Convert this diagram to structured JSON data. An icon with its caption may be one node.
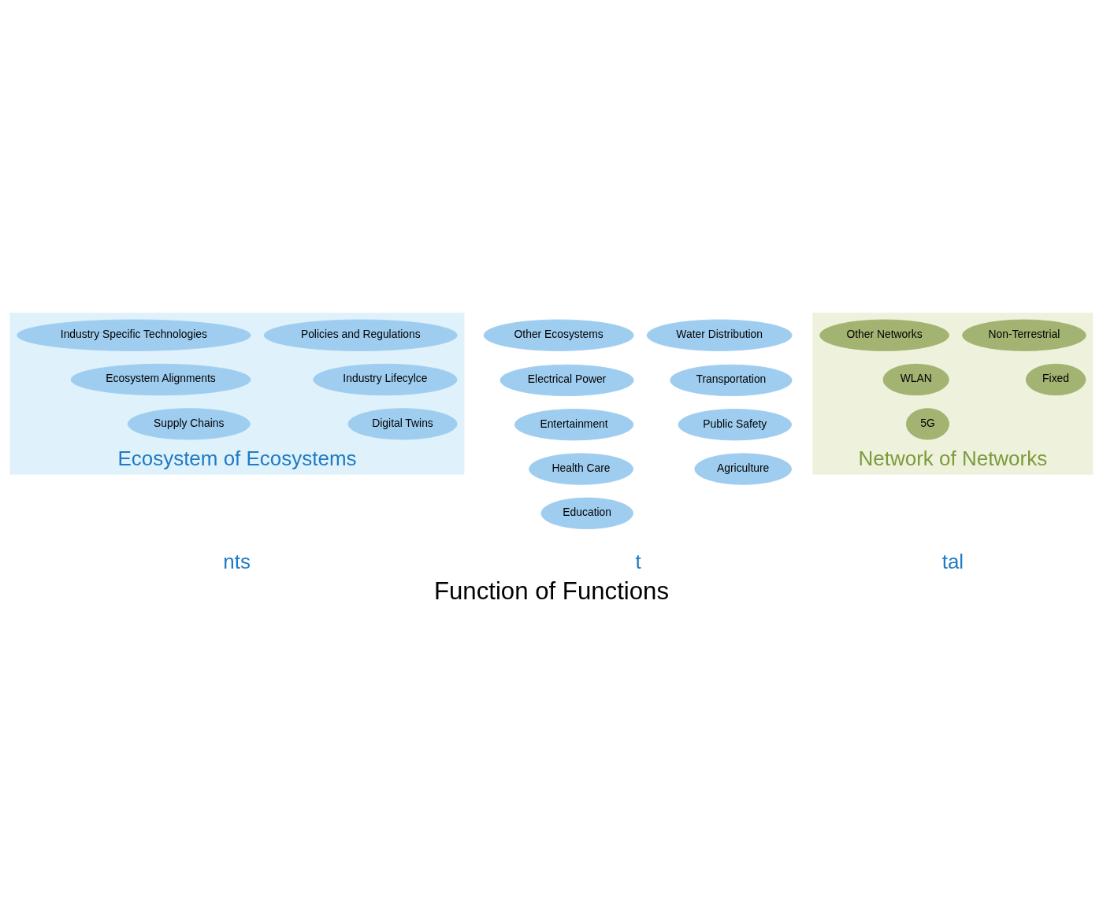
{
  "diagram": {
    "caption": "Function of Functions",
    "nodes": [
      {
        "text": [
          "Ecosystem of Ecosystems"
        ]
      },
      {
        "text": [
          "Network of Networks"
        ]
      },
      {
        "text": [
          "Ecosystem Alignments"
        ],
        "in": 0
      },
      {
        "text": [
          "Industry Specific Technologies"
        ],
        "in": 0
      },
      {
        "text": [
          "Digital Twins"
        ],
        "in": 0
      },
      {
        "text": [
          "Industry Lifecylce"
        ],
        "in": 0
      },
      {
        "text": [
          "Policies and Regulations"
        ],
        "in": 0
      },
      {
        "text": [
          "Supply Chains"
        ],
        "in": 0
      },
      {
        "text": [
          "Agriculture"
        ]
      },
      {
        "text": [
          "Education"
        ]
      },
      {
        "text": [
          "Entertainment"
        ]
      },
      {
        "text": [
          "Electrical Power"
        ]
      },
      {
        "text": [
          "Health Care"
        ]
      },
      {
        "text": [
          "Public Safety"
        ]
      },
      {
        "text": [
          "Transportation"
        ]
      },
      {
        "text": [
          "Water Distribution"
        ]
      },
      {
        "text": [
          "Other Ecosystems"
        ]
      },
      {
        "text": [
          "5G"
        ],
        "in": 1
      },
      {
        "text": [
          "Fixed"
        ],
        "in": 1
      },
      {
        "text": [
          "Non-Terrestrial"
        ],
        "in": 1
      },
      {
        "text": [
          "WLAN"
        ],
        "in": 1
      },
      {
        "text": [
          "Other Networks"
        ],
        "in": 1
      }
    ],
    "labels": [
      "t",
      "tal",
      "nts"
    ]
  }
}
